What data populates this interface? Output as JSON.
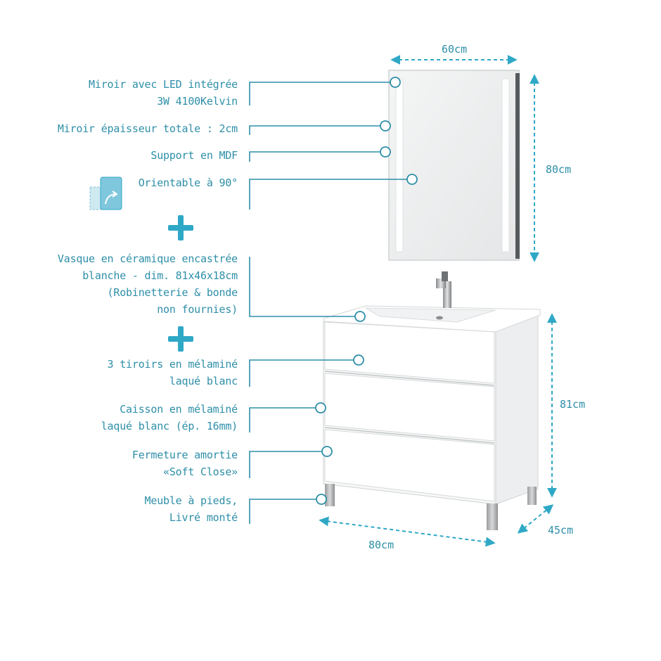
{
  "features": [
    {
      "line1": "Miroir avec LED intégrée",
      "line2": "3W 4100Kelvin"
    },
    {
      "line1": "Miroir épaisseur totale : 2cm"
    },
    {
      "line1": "Support en MDF"
    },
    {
      "line1": "Orientable à 90°"
    },
    {
      "line1": "Vasque en céramique encastrée",
      "line2": "blanche - dim. 81x46x18cm",
      "line3": "(Robinetterie & bonde",
      "line4": "non fournies)"
    },
    {
      "line1": "3 tiroirs en mélaminé",
      "line2": "laqué blanc"
    },
    {
      "line1": "Caisson en mélaminé",
      "line2": "laqué blanc (ép. 16mm)"
    },
    {
      "line1": "Fermeture amortie",
      "line2": "«Soft Close»"
    },
    {
      "line1": "Meuble à pieds,",
      "line2": "Livré monté"
    }
  ],
  "dimensions": {
    "mirror_width": "60cm",
    "mirror_height": "80cm",
    "cabinet_height": "81cm",
    "cabinet_width": "80cm",
    "cabinet_depth": "45cm"
  },
  "colors": {
    "accent": "#2fa8c6",
    "text": "#2e8fa8"
  }
}
